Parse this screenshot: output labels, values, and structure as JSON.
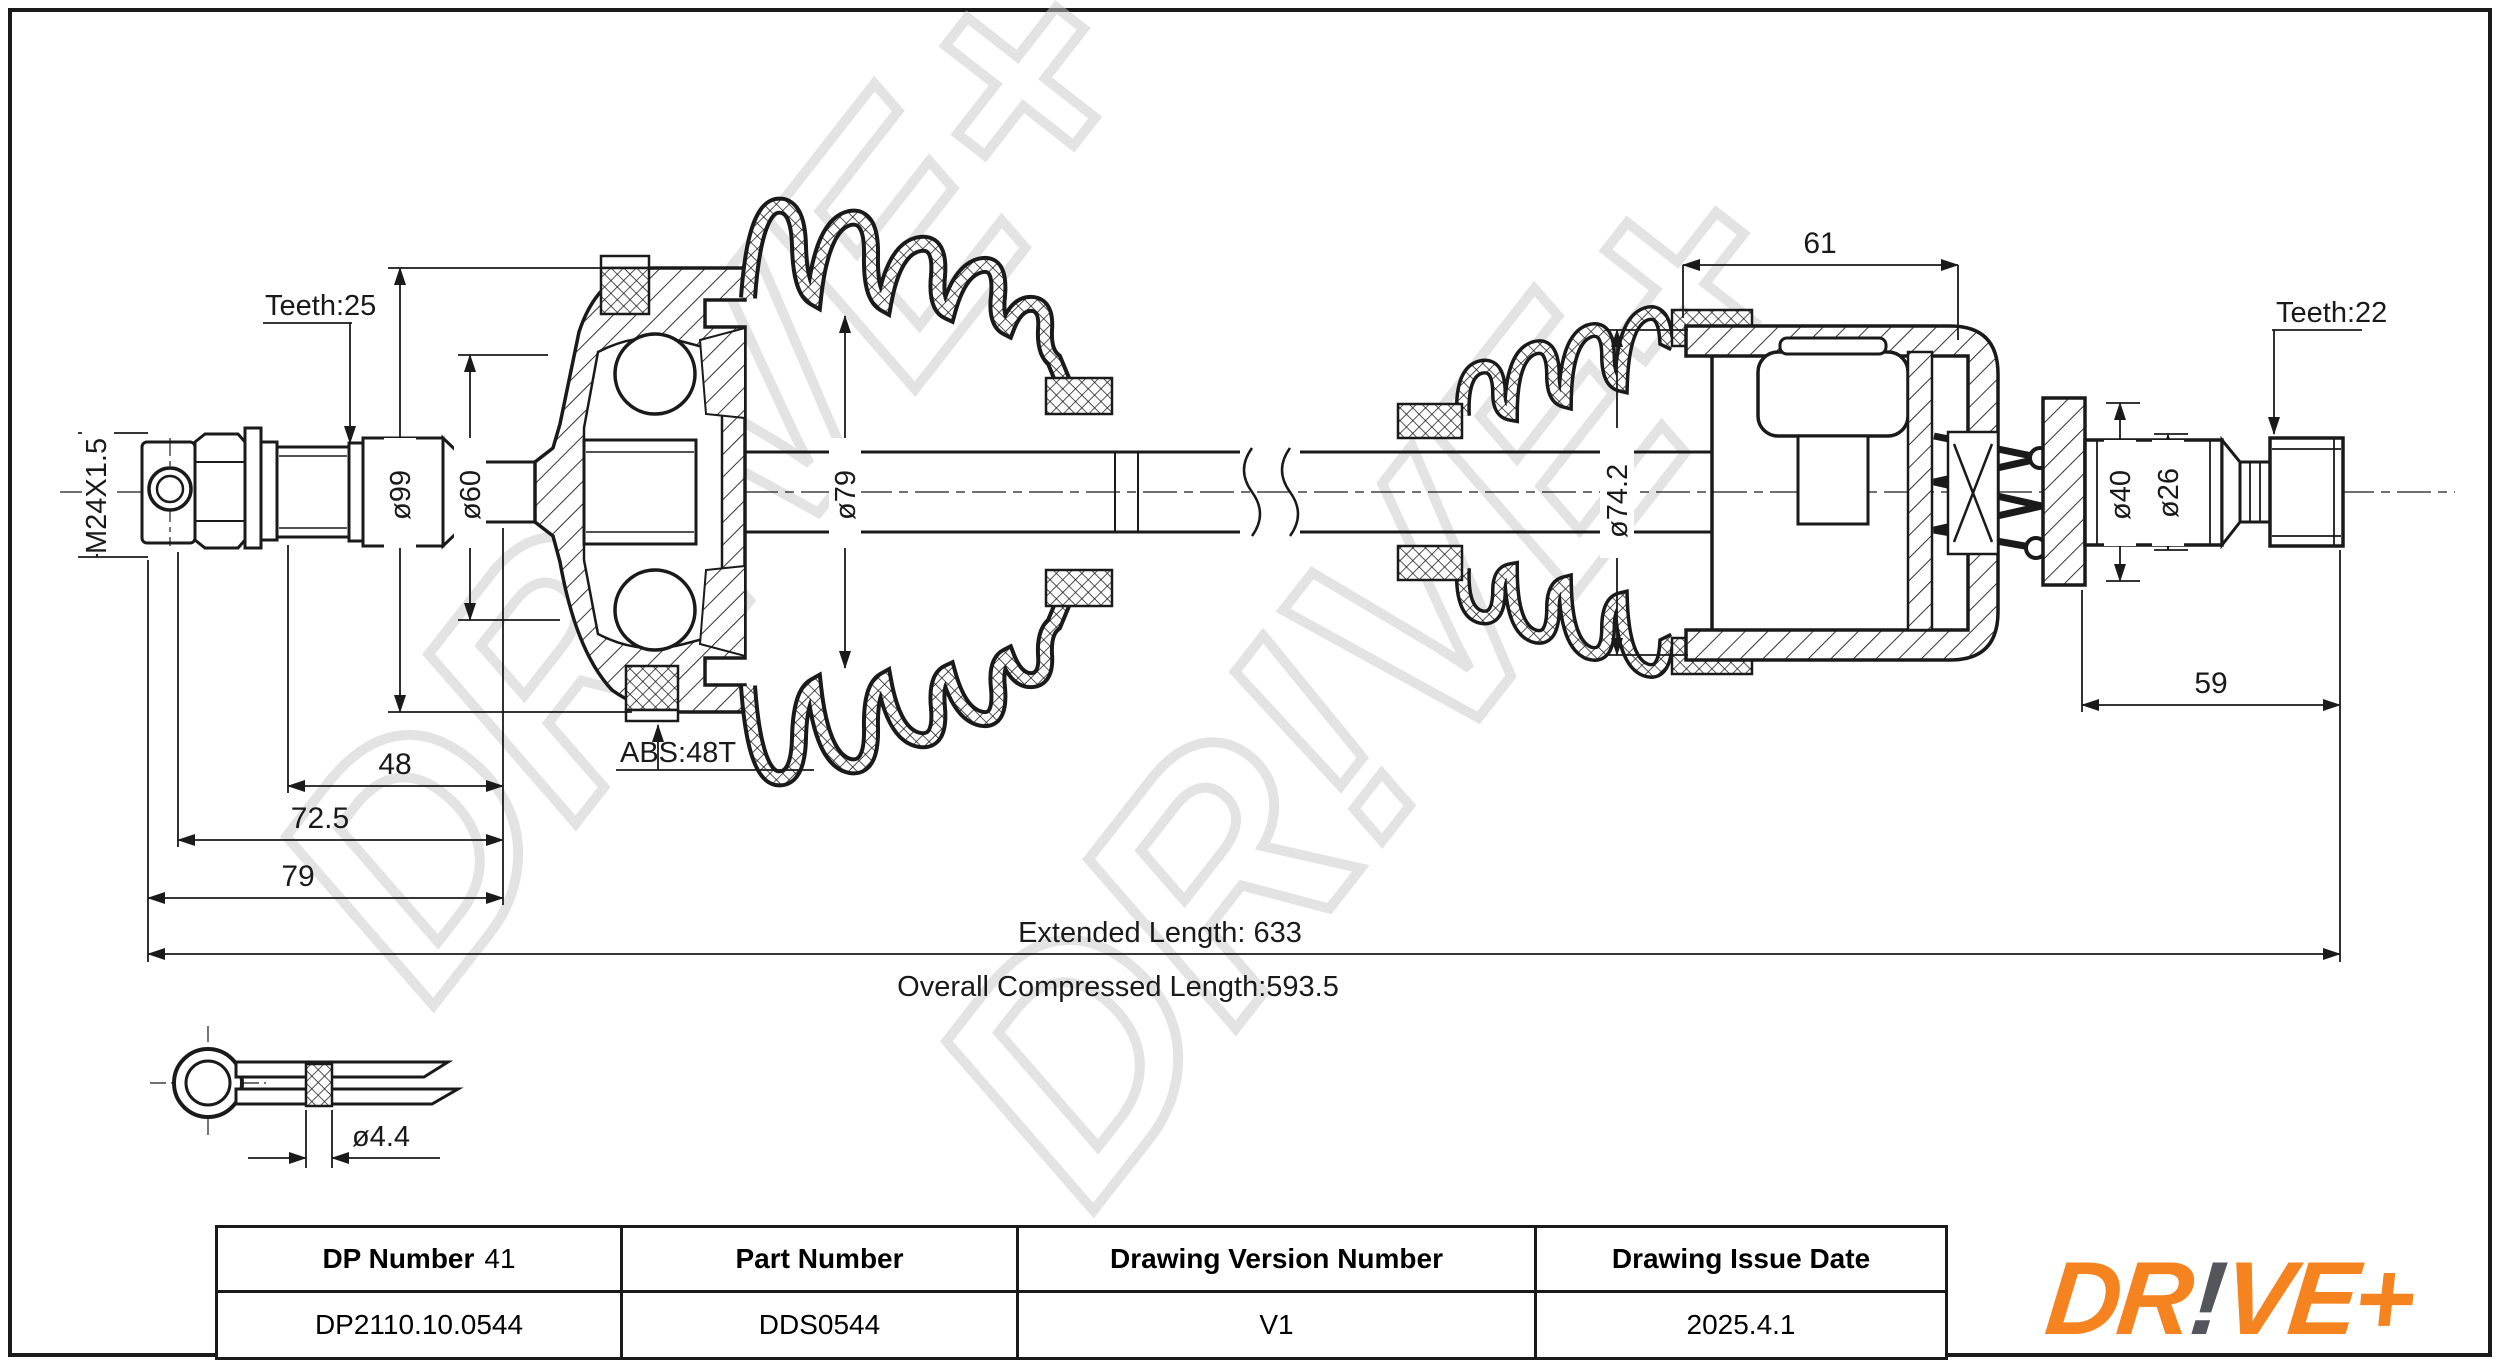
{
  "drawing": {
    "labels": {
      "m24": "M24X1.5",
      "teeth25": "Teeth:25",
      "d99": "ø99",
      "d60": "ø60",
      "d79": "ø79",
      "abs": "ABS:48T",
      "dim61": "61",
      "teeth22": "Teeth:22",
      "d742": "ø74.2",
      "d40": "ø40",
      "d26": "ø26",
      "dim59": "59",
      "dim48": "48",
      "dim725": "72.5",
      "dim79": "79",
      "pin": "ø4.4",
      "extended": "Extended  Length: 633",
      "compressed": "Overall  Compressed  Length:593.5"
    }
  },
  "watermark": {
    "text": "DR!VE+"
  },
  "table": {
    "col1_header_bold": "DP Number",
    "col1_header_suffix": "41",
    "col2_header": "Part Number",
    "col3_header": "Drawing Version Number",
    "col4_header": "Drawing Issue Date",
    "col1_value": "DP2110.10.0544",
    "col2_value": "DDS0544",
    "col3_value": "V1",
    "col4_value": "2025.4.1"
  },
  "logo": {
    "part1": "DR",
    "excl": "!",
    "part2": "VE+"
  },
  "colors": {
    "line": "#1a1a1a",
    "logo_orange": "#F5831F",
    "logo_gray": "#54565B",
    "watermark_gray": "#c9c9c9"
  }
}
